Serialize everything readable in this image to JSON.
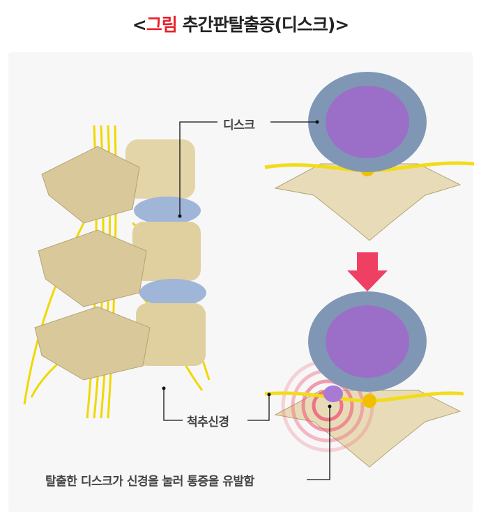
{
  "title": {
    "bracket_open": "<",
    "prefix": "그림",
    "main": "추간판탈출증(디스크)",
    "bracket_close": ">"
  },
  "labels": {
    "disc": "디스크",
    "spinal_nerve": "척추신경",
    "herniation_note": "탈출한 디스크가 신경을 눌러 통증을 유발함"
  },
  "colors": {
    "accent": "#e8202a",
    "arrow": "#ef3f63",
    "nerve": "#f2dc1a",
    "disc_outer": "#7f97b5",
    "disc_inner": "#9b6fc7",
    "bone": "#e8dcb8"
  }
}
